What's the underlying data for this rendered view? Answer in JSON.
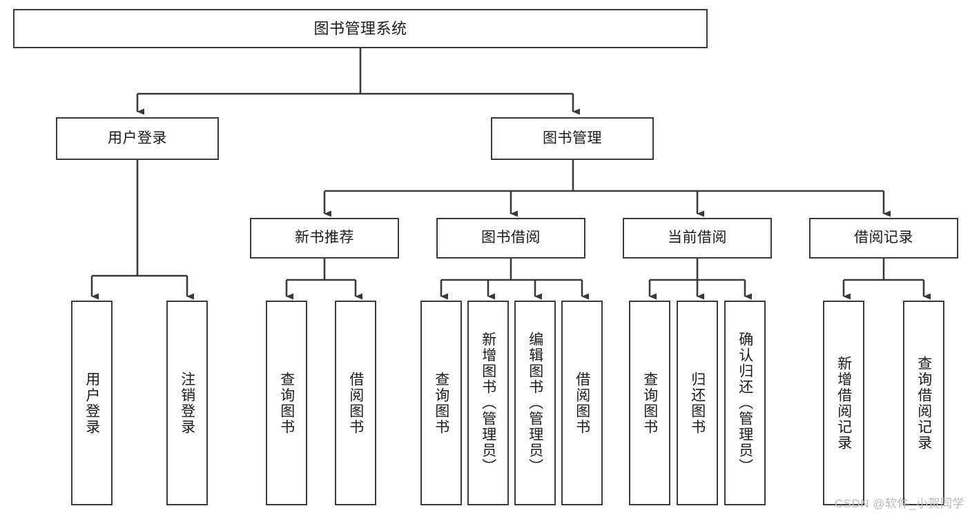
{
  "diagram": {
    "title": "图书管理系统",
    "type": "tree-hierarchy-chart",
    "colors": {
      "box_border": "#3a3a3a",
      "box_fill": "#ffffff",
      "edge": "#3a3a3a",
      "text": "#1b1b1b",
      "watermark": "#b9b9b9",
      "background": "#ffffff"
    },
    "watermark": "CSDN @软件_小贺同学",
    "nodes": {
      "root": {
        "label": "图书管理系统"
      },
      "level2": [
        {
          "id": "user-login",
          "label": "用户登录"
        },
        {
          "id": "book-manage",
          "label": "图书管理"
        }
      ],
      "level3": [
        {
          "id": "new-book-recommend",
          "label": "新书推荐"
        },
        {
          "id": "book-borrow",
          "label": "图书借阅"
        },
        {
          "id": "current-borrow",
          "label": "当前借阅"
        },
        {
          "id": "borrow-record",
          "label": "借阅记录"
        }
      ],
      "leaves": [
        {
          "id": "leaf-user-login",
          "label": "用户登录",
          "parent": "user-login"
        },
        {
          "id": "leaf-logout-login",
          "label": "注销登录",
          "parent": "user-login"
        },
        {
          "id": "leaf-query-book-1",
          "label": "查询图书",
          "parent": "new-book-recommend"
        },
        {
          "id": "leaf-borrow-book-1",
          "label": "借阅图书",
          "parent": "new-book-recommend"
        },
        {
          "id": "leaf-query-book-2",
          "label": "查询图书",
          "parent": "book-borrow"
        },
        {
          "id": "leaf-add-book",
          "label": "新增图书（管理员）",
          "parent": "book-borrow"
        },
        {
          "id": "leaf-edit-book",
          "label": "编辑图书（管理员）",
          "parent": "book-borrow"
        },
        {
          "id": "leaf-borrow-book-2",
          "label": "借阅图书",
          "parent": "book-borrow"
        },
        {
          "id": "leaf-query-book-3",
          "label": "查询图书",
          "parent": "current-borrow"
        },
        {
          "id": "leaf-return-book",
          "label": "归还图书",
          "parent": "current-borrow"
        },
        {
          "id": "leaf-confirm-return",
          "label": "确认归还（管理员）",
          "parent": "current-borrow"
        },
        {
          "id": "leaf-add-record",
          "label": "新增借阅记录",
          "parent": "borrow-record"
        },
        {
          "id": "leaf-query-record",
          "label": "查询借阅记录",
          "parent": "borrow-record"
        }
      ]
    }
  }
}
